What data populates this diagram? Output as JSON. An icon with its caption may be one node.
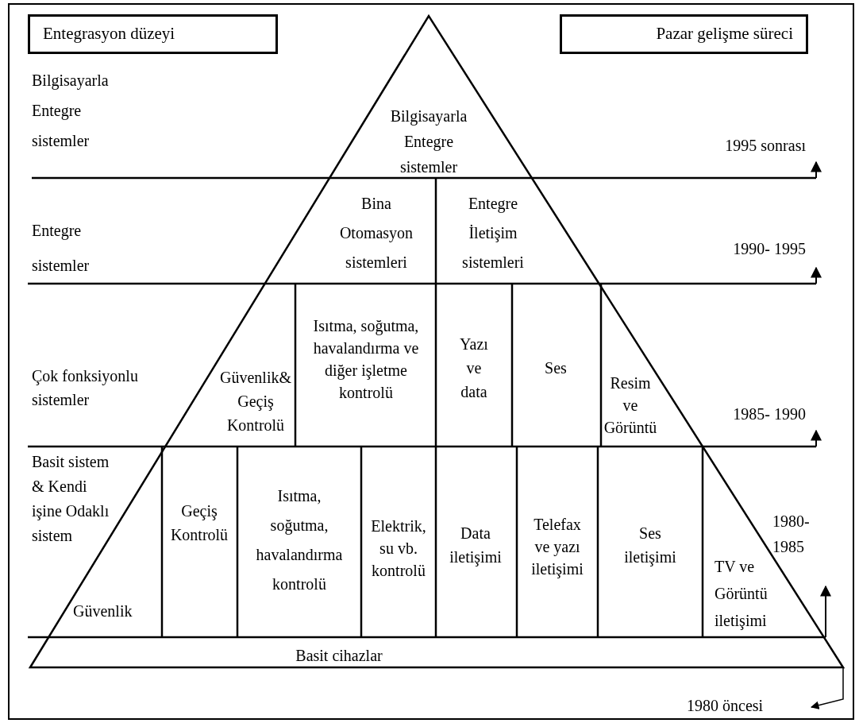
{
  "diagram": {
    "nodes": [
      {
        "text": [
          "Entegrasyon düzeyi"
        ]
      },
      {
        "text": [
          "Pazar gelişme süreci"
        ]
      }
    ],
    "labels": [
      "Bilgisayarla Entegre sistemler",
      "Bilgisayarla Entegre sistemler",
      "1995 sonrası",
      "Entegre sistemler",
      "Bina Otomasyon sistemleri",
      "Entegre İletişim sistemleri",
      "1990- 1995",
      "Çok fonksiyonlu sistemler",
      "Güvenlik& Geçiş Kontrolü",
      "Isıtma, soğutma, havalandırma ve diğer işletme kontrolü",
      "Yazı ve data",
      "Ses",
      "Resim ve Görüntü",
      "1985- 1990",
      "Basit sistem & Kendi işine Odaklı sistem",
      "Güvenlik",
      "Geçiş Kontrolü",
      "Isıtma, soğutma, havalandırma kontrolü",
      "Elektrik, su vb. kontrolü",
      "Data iletişimi",
      "Telefax ve yazı iletişimi",
      "Ses iletişimi",
      "1980- 1985",
      "TV ve Görüntü iletişimi",
      "Basit cihazlar",
      "1980 öncesi"
    ]
  }
}
